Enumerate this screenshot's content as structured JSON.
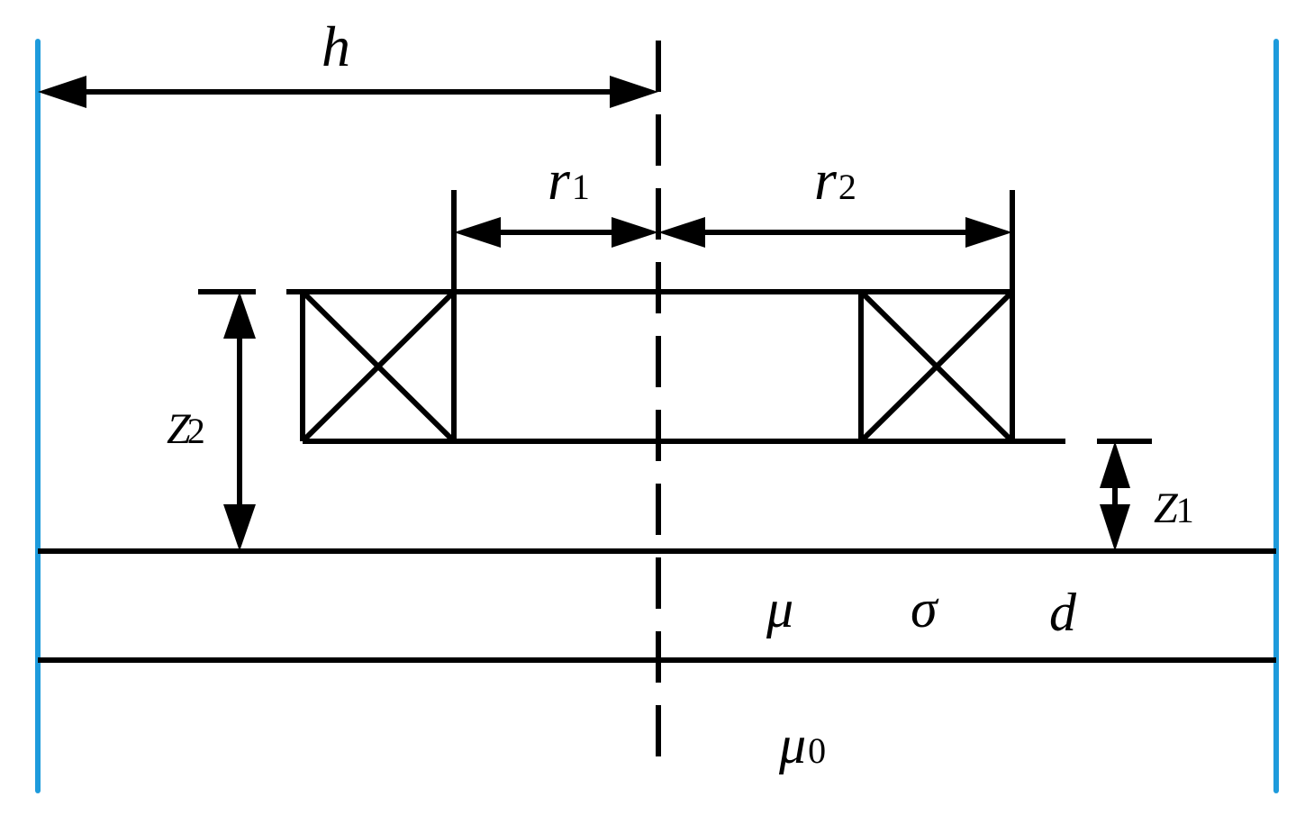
{
  "colors": {
    "ink": "#000000",
    "boundary": "#1E9BDC",
    "background": "#ffffff"
  },
  "labels": {
    "h": "h",
    "r1": {
      "main": "r",
      "sub": "1"
    },
    "r2": {
      "main": "r",
      "sub": "2"
    },
    "z1": {
      "main": "Z",
      "sub": "1"
    },
    "z2": {
      "main": "Z",
      "sub": "2"
    },
    "mu": "μ",
    "sigma": "σ",
    "d": "d",
    "mu0": {
      "main": "μ",
      "sub": "0"
    }
  }
}
